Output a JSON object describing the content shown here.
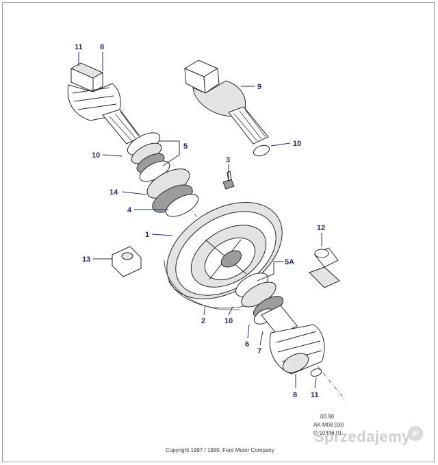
{
  "callouts": {
    "c11a": "11",
    "c8a": "8",
    "c9": "9",
    "c10a": "10",
    "c10b": "10",
    "c5": "5",
    "c3": "3",
    "c14": "14",
    "c4": "4",
    "c1": "1",
    "c12": "12",
    "c13": "13",
    "c5a": "5A",
    "c2": "2",
    "c10c": "10",
    "c6": "6",
    "c7": "7",
    "c8b": "8",
    "c11b": "11"
  },
  "ref": {
    "line1": "00.90",
    "line2": "AK M08 030",
    "line3": "G 10336 01"
  },
  "copyright": "Copyright 1997 / 1990, Ford Motor Company",
  "watermark": {
    "text": "Sprzedajemy",
    "badge": "pl"
  },
  "colors": {
    "callout": "#1f2a6b",
    "line": "#222222",
    "shade": "#e3e3e3"
  }
}
